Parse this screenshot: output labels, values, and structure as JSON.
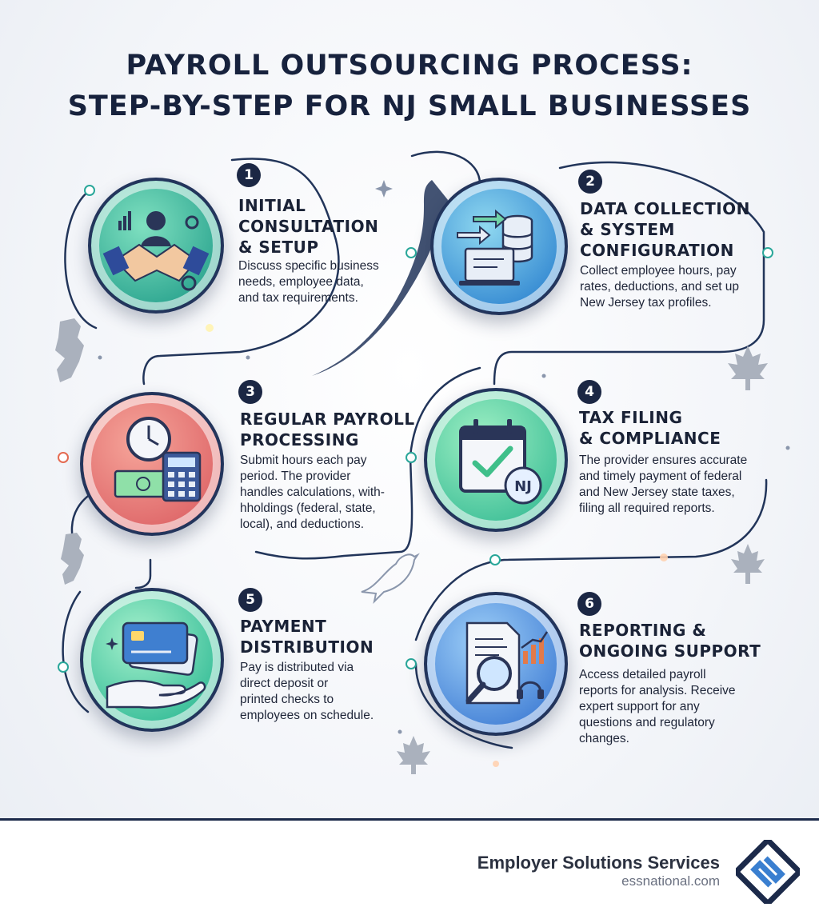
{
  "title": {
    "line1": "PAYROLL OUTSOURCING PROCESS:",
    "line2": "STEP-BY-STEP FOR NJ SMALL BUSINESSES"
  },
  "steps": [
    {
      "number": "1",
      "heading": "INITIAL\nCONSULTATION\n& SETUP",
      "description": "Discuss specific business\nneeds, employee data,\nand tax requirements.",
      "icon": "handshake-icon",
      "color": "#3fb8a0"
    },
    {
      "number": "2",
      "heading": "DATA COLLECTION\n& SYSTEM\nCONFIGURATION",
      "description": "Collect employee hours, pay\nrates, deductions, and set up\nNew Jersey tax profiles.",
      "icon": "database-icon",
      "color": "#3a8fd6"
    },
    {
      "number": "3",
      "heading": "REGULAR PAYROLL\nPROCESSING",
      "description": "Submit hours each pay\nperiod. The provider\nhandles calculations, with-\nhholdings (federal, state,\nlocal), and deductions.",
      "icon": "clock-calculator-icon",
      "color": "#e2676a"
    },
    {
      "number": "4",
      "heading": "TAX FILING\n& COMPLIANCE",
      "description": "The provider ensures accurate\nand timely payment of federal\nand New Jersey state taxes,\nfiling all required reports.",
      "icon": "calendar-check-icon",
      "badge_text": "NJ",
      "color": "#46c39b"
    },
    {
      "number": "5",
      "heading": "PAYMENT\nDISTRIBUTION",
      "description": "Pay is distributed via\ndirect deposit or\nprinted checks to\nemployees on schedule.",
      "icon": "card-hand-icon",
      "color": "#3fc19c"
    },
    {
      "number": "6",
      "heading": "REPORTING &\nONGOING SUPPORT",
      "description": "Access detailed payroll\nreports for analysis. Receive\nexpert support for any\nquestions and regulatory\nchanges.",
      "icon": "report-magnifier-icon",
      "color": "#4a86d8"
    }
  ],
  "footer": {
    "company": "Employer Solutions Services",
    "url": "essnational.com",
    "logo": "ess-logo-icon"
  },
  "colors": {
    "navy": "#1b2744",
    "teal": "#2aa79a",
    "background": "#f3f5f9"
  }
}
